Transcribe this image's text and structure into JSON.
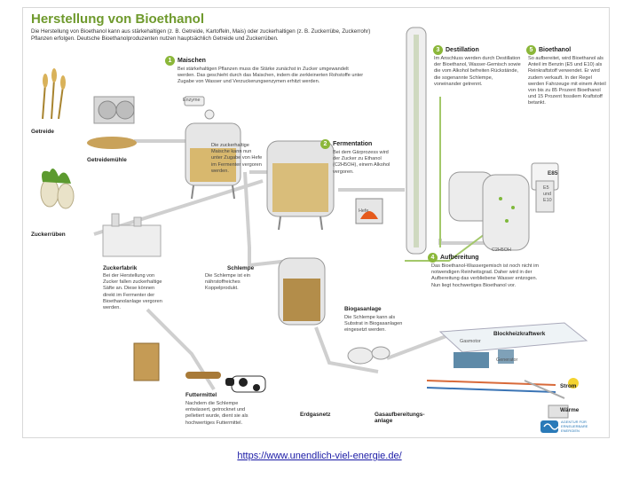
{
  "poster": {
    "title": "Herstellung von Bioethanol",
    "intro": "Die Herstellung von Bioethanol kann aus stärkehaltigen (z. B. Getreide, Kartoffeln, Mais) oder zuckerhaltigen (z. B. Zuckerrübe, Zuckerrohr) Pflanzen erfolgen. Deutsche Bioethanolproduzenten nutzen hauptsächlich Getreide und Zuckerrüben."
  },
  "steps": [
    {
      "num": "1",
      "title": "Maischen",
      "text": "Bei stärkehaltigen Pflanzen muss die Stärke zunächst in Zucker umgewandelt werden. Das geschieht durch das Maischen, indem die zerkleinerten Rohstoffe unter Zugabe von Wasser und Verzuckerungsenzymen erhitzt werden."
    },
    {
      "num": "2",
      "title": "Fermentation",
      "text": "Bei dem Gärprozess wird der Zucker zu Ethanol (C2H5OH), einem Alkohol vergoren."
    },
    {
      "num": "3",
      "title": "Destillation",
      "text": "Im Anschluss werden durch Destillation der Bioethanol, Wasser-Gemisch sowie die vom Alkohol befreiten Rückstände, die sogenannte Schlempe, voneinander getrennt."
    },
    {
      "num": "4",
      "title": "Aufbereitung",
      "text": "Das Bioethanol-Wassergemisch ist noch nicht im notwendigen Reinheitsgrad. Daher wird in der Aufbereitung das verbliebene Wasser entzogen. Nun liegt hochwertiges Bioethanol vor."
    },
    {
      "num": "5",
      "title": "Bioethanol",
      "text": "So aufbereitet, wird Bioethanol als Anteil im Benzin (E5 und E10) als Reinkraftstoff verwendet. Er wird zudem verkauft. In der Regel werden Fahrzeuge mit einem Anteil von bis zu 85 Prozent Bioethanol und 15 Prozent fossilem Kraftstoff betankt."
    }
  ],
  "labels": {
    "getreide": "Getreide",
    "getreidemuehle": "Getreidemühle",
    "zuckerrueben": "Zuckerrüben",
    "zuckerfabrik": "Zuckerfabrik",
    "zuckerfabrik_text": "Bei der Herstellung von Zucker fallen zuckerhaltige Säfte an. Diese können direkt im Fermenter der Bioethanolanlage vergoren werden.",
    "schlempe": "Schlempe",
    "schlempe_text": "Die Schlempe ist ein nährstoffreiches Koppelprodukt.",
    "maische_text": "Die zuckerhaltige Maische kann nun unter Zugabe von Hefe im Fermenter vergoren werden.",
    "biogasanlage": "Biogasanlage",
    "biogasanlage_text": "Die Schlempe kann als Substrat in Biogasanlagen eingesetzt werden.",
    "futtermittel": "Futtermittel",
    "futtermittel_text": "Nachdem die Schlempe entwässert, getrocknet und pelletiert wurde, dient sie als hochwertiges Futtermittel.",
    "erdgasnetz": "Erdgasnetz",
    "gasaufbereitung": "Gasaufbereitungs-anlage",
    "bhkw": "Blockheizkraftwerk",
    "gasmotor": "Gasmotor",
    "generator": "Generator",
    "strom": "Strom",
    "waerme": "Wärme",
    "enzyme": "Enzyme",
    "hefe": "Hefe",
    "c2h5oh": "C2H5OH",
    "e85": "E85",
    "e5": "E5",
    "und": "und",
    "e10": "E10",
    "logo_text": "AGENTUR FÜR ERNEUERBARE ENERGIEN"
  },
  "footer_url": "https://www.unendlich-viel-energie.de/"
}
